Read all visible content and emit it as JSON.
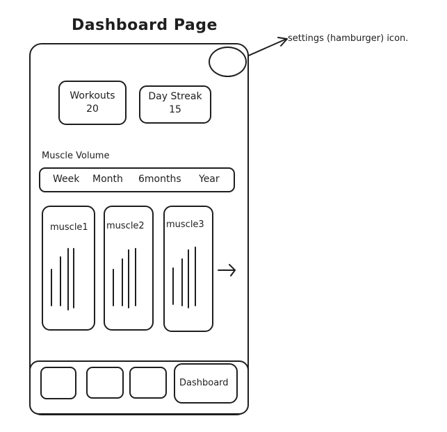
{
  "page": {
    "title": "Dashboard Page",
    "settings_annotation": "settings (hamburger) icon."
  },
  "stats": [
    {
      "label": "Workouts",
      "value": "20"
    },
    {
      "label": "Day Streak",
      "value": "15"
    }
  ],
  "muscle_volume": {
    "heading": "Muscle Volume",
    "ranges": [
      "Week",
      "Month",
      "6months",
      "Year"
    ],
    "cards": [
      {
        "label": "muscle1"
      },
      {
        "label": "muscle2"
      },
      {
        "label": "muscle3"
      }
    ],
    "next_icon": "arrow-right-icon"
  },
  "bottom_nav": {
    "items": [
      "",
      "",
      "",
      "Dashboard"
    ]
  }
}
